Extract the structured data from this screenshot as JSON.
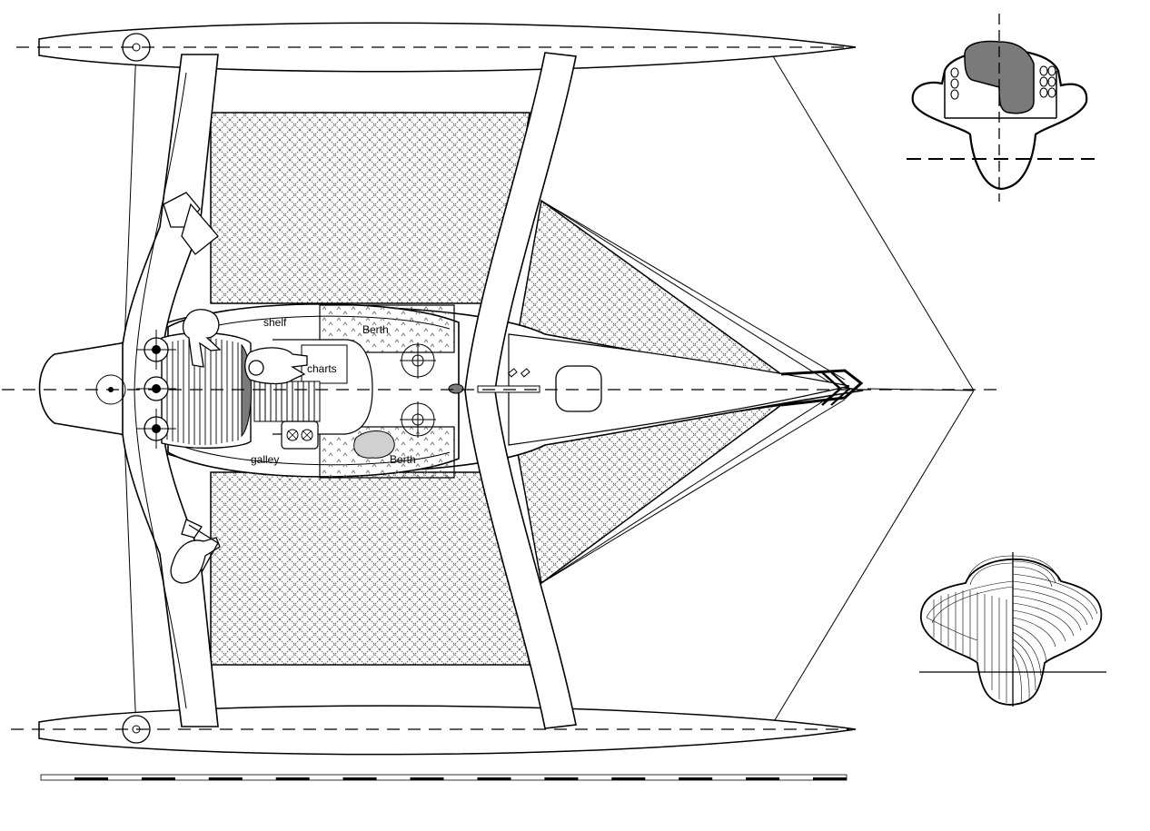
{
  "labels": {
    "shelf": "shelf",
    "berth_upper": "Berth",
    "charts": "charts",
    "galley": "galley",
    "berth_lower": "Berth"
  },
  "colors": {
    "line": "#000000",
    "net_hatch": "#555555",
    "cockpit_fill": "#7a7a7a",
    "cushion_pattern": "#666666"
  },
  "icons": [
    "winch-icon",
    "person-figure-icon",
    "stove-icon",
    "hatch-icon",
    "rudder-icon"
  ]
}
